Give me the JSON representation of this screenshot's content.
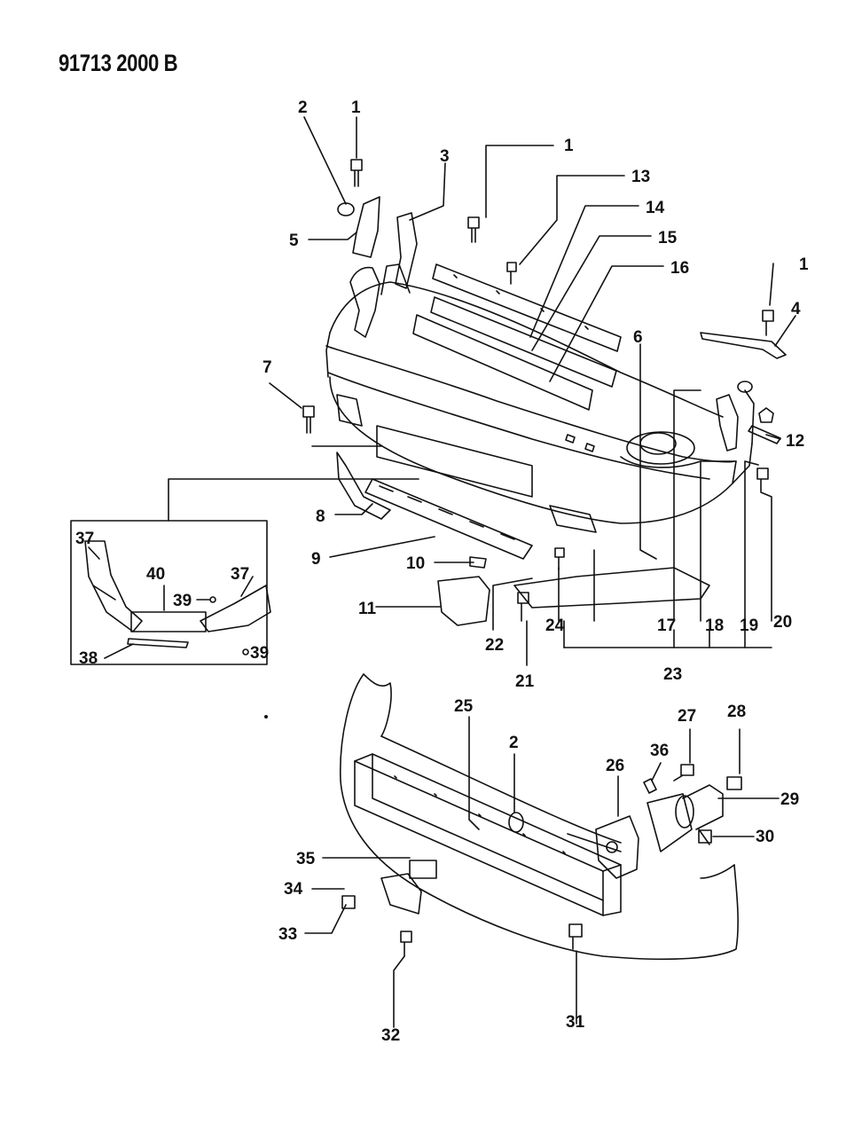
{
  "document_id": "91713 2000 B",
  "callouts": {
    "c1a": "1",
    "c2a": "2",
    "c3": "3",
    "c5": "5",
    "c1b": "1",
    "c13": "13",
    "c14": "14",
    "c15": "15",
    "c16": "16",
    "c1c": "1",
    "c4": "4",
    "c6": "6",
    "c7": "7",
    "c12": "12",
    "c8": "8",
    "c9": "9",
    "c10": "10",
    "c11": "11",
    "c22": "22",
    "c24": "24",
    "c21": "21",
    "c17": "17",
    "c18": "18",
    "c19": "19",
    "c20": "20",
    "c23": "23",
    "c37a": "37",
    "c40": "40",
    "c37b": "37",
    "c39a": "39",
    "c38": "38",
    "c39b": "39",
    "c25": "25",
    "c2b": "2",
    "c26": "26",
    "c36": "36",
    "c27": "27",
    "c28": "28",
    "c29": "29",
    "c30": "30",
    "c35": "35",
    "c34": "34",
    "c33": "33",
    "c32": "32",
    "c31": "31"
  }
}
